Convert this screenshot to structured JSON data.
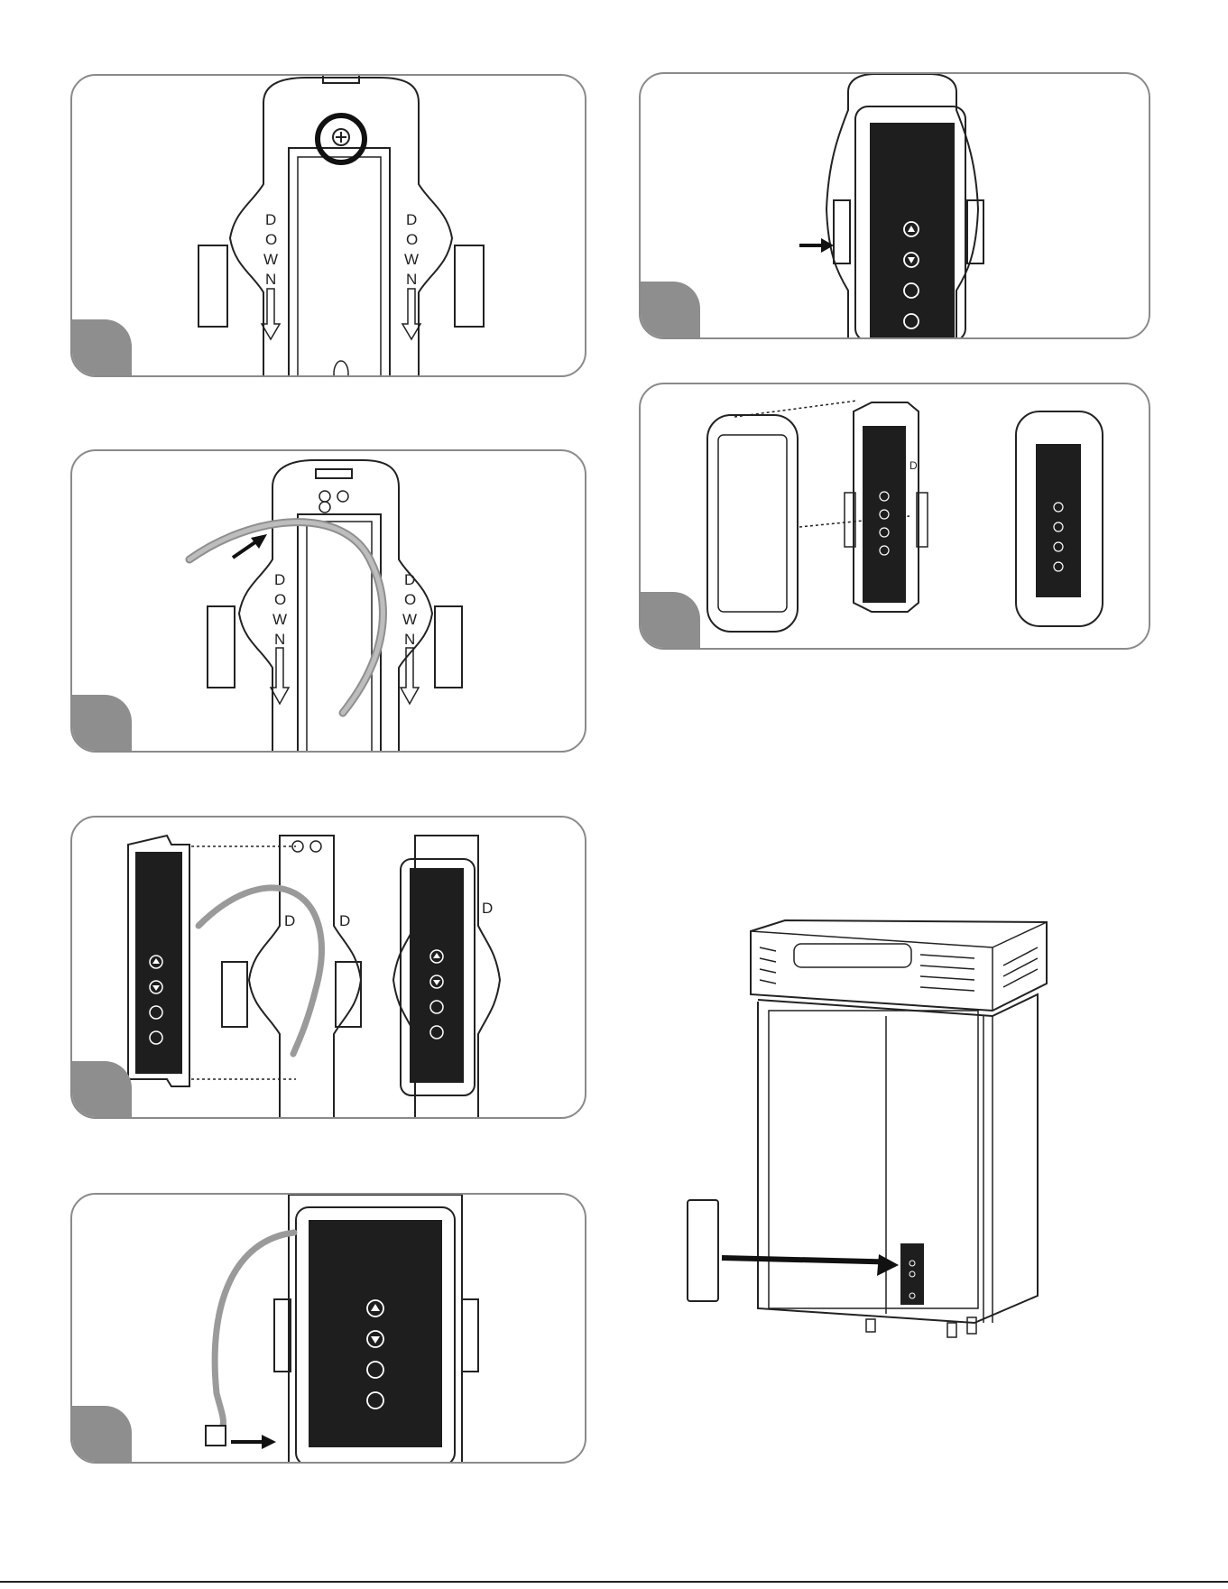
{
  "document": {
    "figures": [
      {
        "id": "step-a",
        "label": "DOWN"
      },
      {
        "id": "step-b",
        "label": "DOWN"
      },
      {
        "id": "step-c",
        "label": "D"
      },
      {
        "id": "step-d"
      },
      {
        "id": "step-e"
      },
      {
        "id": "step-f"
      }
    ],
    "mount_label": "DOWN",
    "letters": [
      "D",
      "O",
      "W",
      "N"
    ],
    "control_buttons": [
      "up-arrow-icon",
      "down-arrow-icon",
      "wifi-icon",
      "power-icon"
    ],
    "colors": {
      "line": "#222222",
      "step_tab": "#8e8e8e",
      "panel_border": "#8a8a8a",
      "display": "#1e1e1e",
      "cable": "#9a9a9a"
    }
  }
}
